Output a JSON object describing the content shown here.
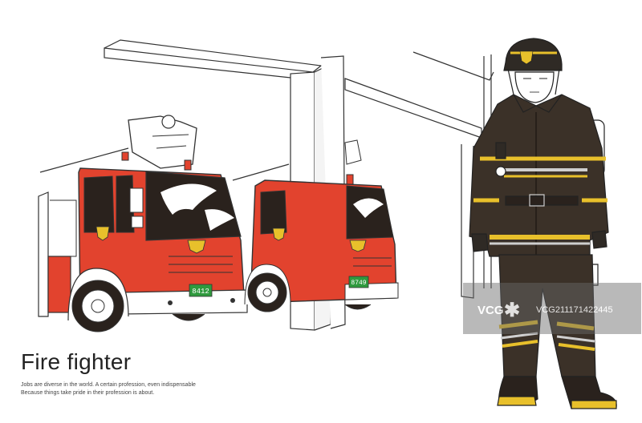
{
  "caption": {
    "title": "Fire fighter",
    "lines": [
      "Jobs are diverse in the world. A certain profession, even indispensable",
      "Because things take pride in their profession is about."
    ]
  },
  "trucks": [
    {
      "plate": "8412"
    },
    {
      "plate": "8749"
    }
  ],
  "watermark": {
    "brand": "VCG",
    "id": "VCG211171422445"
  },
  "colors": {
    "truck_red": "#e2432e",
    "gear_dark": "#3b3128",
    "reflective_yellow": "#e8c02b",
    "plate_green": "#2f9a3e"
  }
}
